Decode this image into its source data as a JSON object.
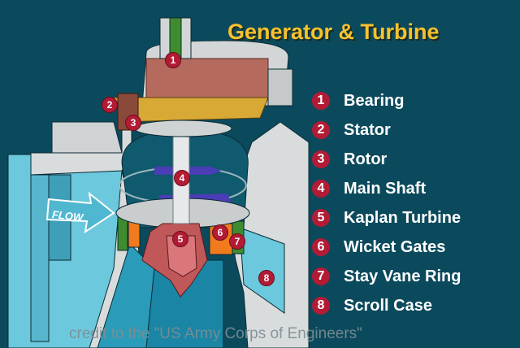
{
  "title": "Generator & Turbine",
  "legend": [
    {
      "num": "1",
      "label": "Bearing"
    },
    {
      "num": "2",
      "label": "Stator"
    },
    {
      "num": "3",
      "label": "Rotor"
    },
    {
      "num": "4",
      "label": "Main Shaft"
    },
    {
      "num": "5",
      "label": "Kaplan Turbine"
    },
    {
      "num": "6",
      "label": "Wicket Gates"
    },
    {
      "num": "7",
      "label": "Stay Vane Ring"
    },
    {
      "num": "8",
      "label": "Scroll Case"
    }
  ],
  "flow_label": "FLOW",
  "credit": "credit to the \"US Army Corps of Engineers\"",
  "colors": {
    "background": "#0b4a5c",
    "title": "#f6c22e",
    "marker": "#b31b35",
    "water": "#6cc8dc",
    "concrete": "#d9dcdd"
  }
}
